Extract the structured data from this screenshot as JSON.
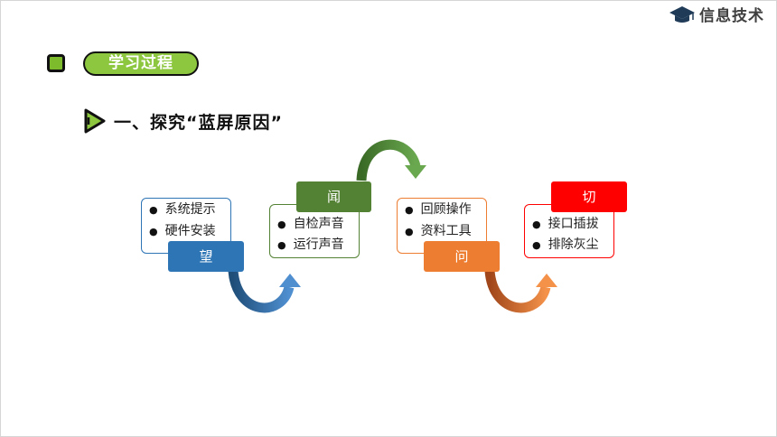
{
  "header": {
    "brand_text": "信息技术",
    "brand_icon": "graduation-cap-icon"
  },
  "section": {
    "title": "学习过程"
  },
  "heading": {
    "text": "一、探究“蓝屏原因”"
  },
  "steps": [
    {
      "label": "望",
      "color": "#2e75b6",
      "items": [
        "系统提示",
        "硬件安装"
      ]
    },
    {
      "label": "闻",
      "color": "#548235",
      "items": [
        "自检声音",
        "运行声音"
      ]
    },
    {
      "label": "问",
      "color": "#ed7d31",
      "items": [
        "回顾操作",
        "资料工具"
      ]
    },
    {
      "label": "切",
      "color": "#ff0000",
      "items": [
        "接口插拔",
        "排除灰尘"
      ]
    }
  ]
}
